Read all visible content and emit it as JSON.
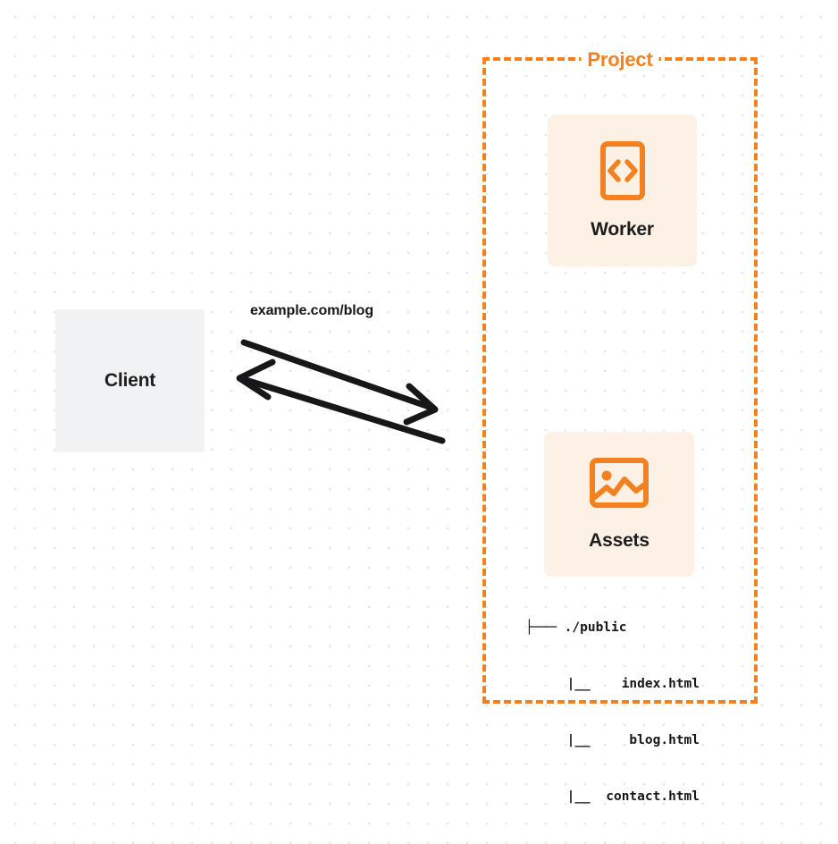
{
  "diagram": {
    "title": "Client request to Project Worker and Assets",
    "background": {
      "color": "#ffffff",
      "dot_color": "#e8e8ea"
    },
    "colors": {
      "accent_orange": "#f48120",
      "card_fill": "#fdf1e5",
      "client_fill": "#f1f2f4",
      "text_dark": "#17171a"
    }
  },
  "client": {
    "label": "Client"
  },
  "edge": {
    "label": "example.com/blog",
    "request_arrow": "arrow-right-down",
    "response_arrow": "arrow-left-up"
  },
  "project": {
    "title": "Project",
    "nodes": [
      {
        "id": "worker",
        "label": "Worker",
        "icon": "code-brackets-icon"
      },
      {
        "id": "assets",
        "label": "Assets",
        "icon": "image-icon"
      }
    ],
    "file_tree": [
      {
        "prefix": "├───",
        "name": "./public"
      },
      {
        "prefix": "|__",
        "name": "index.html"
      },
      {
        "prefix": "|__",
        "name": "blog.html"
      },
      {
        "prefix": "|__",
        "name": "contact.html"
      }
    ],
    "file_tree_lines": [
      "├─── ./public",
      "|__    index.html",
      "|__     blog.html",
      "|__  contact.html"
    ]
  }
}
